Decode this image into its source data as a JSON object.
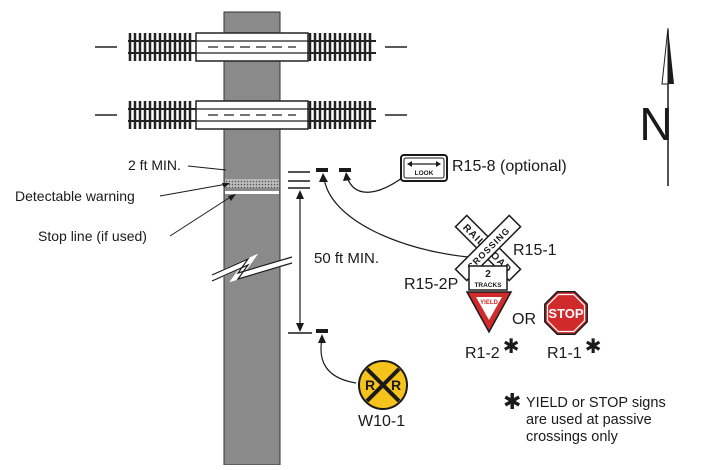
{
  "labels": {
    "two_ft_min": "2 ft MIN.",
    "detectable_warning": "Detectable warning",
    "stop_line": "Stop line (if used)",
    "fifty_ft_min": "50 ft MIN.",
    "r15_8": "R15-8 (optional)",
    "r15_1": "R15-1",
    "r15_2p": "R15-2P",
    "or": "OR",
    "r1_2": "R1-2",
    "r1_1": "R1-1",
    "w10_1": "W10-1",
    "north": "N",
    "asterisk": "✱"
  },
  "sign_text": {
    "look": "LOOK",
    "rail": "RAIL",
    "road": "ROAD",
    "crossing": "CROSSING",
    "tracks_number": "2",
    "tracks": "TRACKS",
    "yield": "YIELD",
    "stop": "STOP",
    "rr_left": "R",
    "rr_right": "R"
  },
  "footnote": [
    "YIELD or STOP signs",
    "are used at passive",
    "crossings only"
  ],
  "colors": {
    "road": "#8a8a8a",
    "ink": "#1a1a1a",
    "stop_red": "#d12a2a",
    "yield_red": "#d12a2a",
    "warning_yellow": "#f5c31c"
  }
}
